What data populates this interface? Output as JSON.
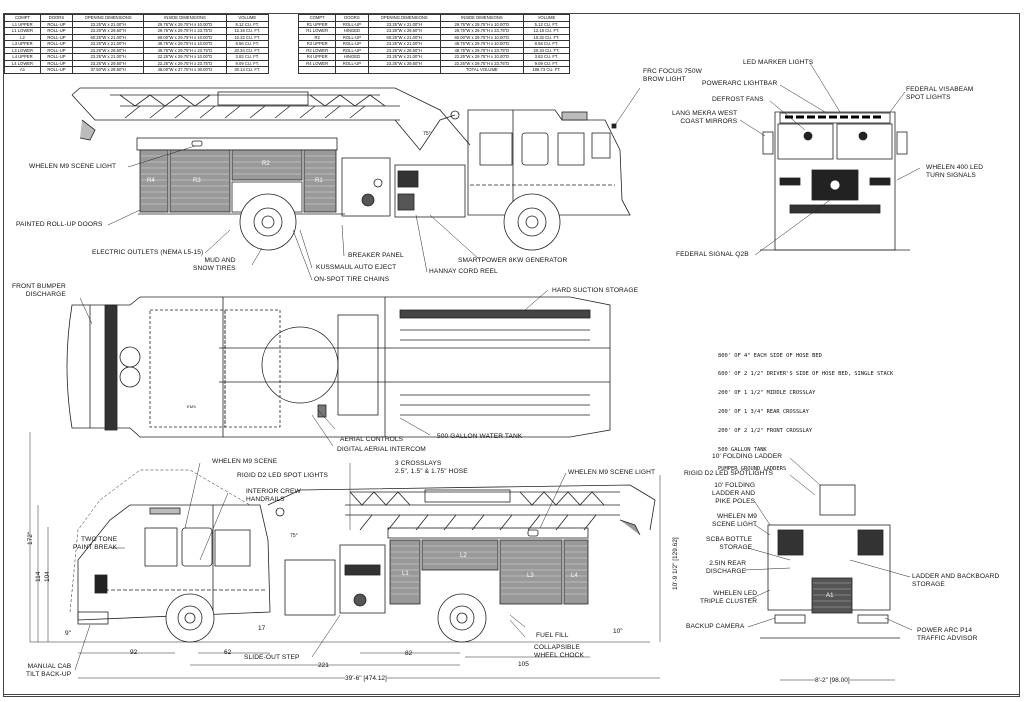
{
  "compartment_tables": {
    "headers": [
      "COMPT",
      "DOORS",
      "OPENING DIMENSIONS",
      "INSIDE DIMENSIONS",
      "VOLUME"
    ],
    "left": [
      [
        "L1 UPPER",
        "ROLL-UP",
        "23.25\"W x 21.00\"H",
        "29.75\"W x 29.75\"H x 10.00\"D",
        "5.12 CU. FT."
      ],
      [
        "L1 LOWER",
        "ROLL-UP",
        "23.25\"W x 29.50\"H",
        "29.75\"W x 29.75\"H x 23.75\"D",
        "12.16 CU. FT."
      ],
      [
        "L2",
        "ROLL-UP",
        "60.25\"W x 21.00\"H",
        "60.00\"W x 29.75\"H x 10.00\"D",
        "10.32 CU. FT."
      ],
      [
        "L3 UPPER",
        "ROLL-UP",
        "23.25\"W x 21.00\"H",
        "49.75\"W x 29.75\"H x 10.00\"D",
        "8.56 CU. FT."
      ],
      [
        "L3 LOWER",
        "ROLL-UP",
        "23.25\"W x 29.50\"H",
        "49.75\"W x 29.75\"H x 23.75\"D",
        "20.34 CU. FT."
      ],
      [
        "L4 UPPER",
        "ROLL-UP",
        "23.25\"W x 21.00\"H",
        "22.25\"W x 29.75\"H x 10.00\"D",
        "3.83 CU. FT."
      ],
      [
        "L4 LOWER",
        "ROLL-UP",
        "23.25\"W x 29.50\"H",
        "22.25\"W x 29.75\"H x 23.75\"D",
        "9.09 CU. FT."
      ],
      [
        "A1",
        "ROLL-UP",
        "37.50\"W x 29.50\"H",
        "46.00\"W x 37.75\"H x 30.00\"D",
        "30.14 CU. FT."
      ]
    ],
    "right": [
      [
        "R1 UPPER",
        "ROLL-UP",
        "23.25\"W x 21.00\"H",
        "29.75\"W x 29.75\"H x 10.00\"D",
        "5.12 CU. FT."
      ],
      [
        "R1 LOWER",
        "HINGED",
        "23.25\"W x 29.50\"H",
        "29.75\"W x 29.75\"H x 23.75\"D",
        "12.16 CU. FT."
      ],
      [
        "R2",
        "ROLL-UP",
        "60.25\"W x 21.00\"H",
        "60.00\"W x 29.75\"H x 10.00\"D",
        "10.32 CU. FT."
      ],
      [
        "R3 UPPER",
        "ROLL-UP",
        "23.25\"W x 21.00\"H",
        "49.75\"W x 29.75\"H x 10.00\"D",
        "8.56 CU. FT."
      ],
      [
        "R3 LOWER",
        "ROLL-UP",
        "23.25\"W x 29.50\"H",
        "49.75\"W x 29.75\"H x 23.75\"D",
        "20.34 CU. FT."
      ],
      [
        "R4 UPPER",
        "HINGED",
        "23.25\"W x 21.00\"H",
        "22.25\"W x 29.75\"H x 10.00\"D",
        "3.83 CU. FT."
      ],
      [
        "R4 LOWER",
        "ROLL-UP",
        "23.25\"W x 29.50\"H",
        "22.25\"W x 29.75\"H x 23.75\"D",
        "9.09 CU. FT."
      ]
    ],
    "total_label": "TOTAL VOLUME",
    "total_value": "186.73 CU. FT."
  },
  "right_side_view": {
    "labels": {
      "scene_light": "WHELEN M9 SCENE LIGHT",
      "roll_up": "PAINTED ROLL-UP DOORS",
      "outlets": "ELECTRIC OUTLETS (NEMA L5-15)",
      "tires": "MUD AND\nSNOW TIRES",
      "breaker": "BREAKER PANEL",
      "eject": "KUSSMAUL AUTO EJECT",
      "chains": "ON-SPOT TIRE CHAINS",
      "cord_reel": "HANNAY CORD REEL",
      "generator": "SMARTPOWER 8KW GENERATOR",
      "brow_light": "FRC FOCUS 750W\nBROW LIGHT"
    },
    "compartments": [
      "R4",
      "R3",
      "R2",
      "R1"
    ],
    "angle": "75°"
  },
  "front_view": {
    "labels": {
      "marker": "LED MARKER LIGHTS",
      "lightbar": "POWERARC LIGHTBAR",
      "defrost": "DEFROST FANS",
      "mirrors": "LANG MEKRA WEST\nCOAST MIRRORS",
      "spot": "FEDERAL VISABEAM\nSPOT LIGHTS",
      "turn": "WHELEN 400 LED\nTURN SIGNALS",
      "siren": "FEDERAL SIGNAL Q2B"
    }
  },
  "top_view": {
    "labels": {
      "bumper": "FRONT BUMPER\nDISCHARGE",
      "suction": "HARD SUCTION STORAGE",
      "tank": "500 GALLON WATER TANK",
      "aerial": "AERIAL CONTROLS",
      "intercom": "DIGITAL AERIAL INTERCOM",
      "ems": "EMS"
    }
  },
  "notes": [
    "800' OF 4\" EACH SIDE OF HOSE BED",
    "600' OF 2 1/2\" DRIVER'S SIDE OF HOSE BED, SINGLE STACK",
    "200' OF 1 1/2\" MIDDLE CROSSLAY",
    "200' OF 1 3/4\" REAR CROSSLAY",
    "200' OF 2 1/2\" FRONT CROSSLAY",
    "500 GALLON TANK",
    "PUMPER GROUND LADDERS"
  ],
  "left_side_view": {
    "labels": {
      "scene": "WHELEN M9 SCENE",
      "rigid": "RIGID D2 LED SPOT LIGHTS",
      "handrails": "INTERIOR CREW\nHANDRAILS",
      "paint": "TWO TONE\nPAINT BREAK",
      "crosslays": "3 CROSSLAYS\n2.5\", 1.5\" & 1.75\" HOSE",
      "scene_light": "WHELEN M9 SCENE LIGHT",
      "fuel": "FUEL FILL",
      "chock": "COLLAPSIBLE\nWHEEL CHOCK",
      "slide": "SLIDE-OUT STEP",
      "tilt": "MANUAL CAB\nTILT BACK-UP"
    },
    "compartments": [
      "L1",
      "L2",
      "L3",
      "L4"
    ],
    "angle": "75°",
    "dimensions": {
      "h1": "172\"",
      "h2": "114",
      "h3": "104",
      "ground": "9\"",
      "a": "92",
      "b": "62",
      "c": "17",
      "wb": "221",
      "d": "82",
      "e": "105",
      "rear_clear": "10\"",
      "overall": "39'-6\" [474.12]",
      "height": "10'-9 1/2\" [129.62]"
    }
  },
  "rear_view": {
    "labels": {
      "folding": "10' FOLDING LADDER",
      "rigid": "RIGID D2 LED SPOTLIGHTS",
      "pike": "10' FOLDING\nLADDER AND\nPIKE POLES",
      "scene": "WHELEN M9\nSCENE LIGHT",
      "scba": "SCBA BOTTLE\nSTORAGE",
      "discharge": "2.5IN REAR\nDISCHARGE",
      "cluster": "WHELEN LED\nTRIPLE CLUSTER",
      "camera": "BACKUP CAMERA",
      "backboard": "LADDER AND BACKBOARD\nSTORAGE",
      "advisor": "POWER ARC P14\nTRAFFIC ADVISOR"
    },
    "compartment": "A1",
    "width": "8'-2\" [98.00]"
  }
}
